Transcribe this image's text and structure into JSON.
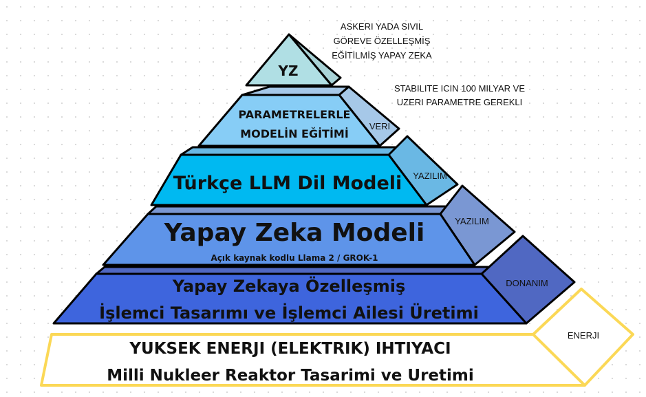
{
  "annotations": {
    "top_note": [
      "ASKERI YADA SIVIL",
      "GÖREVE ÖZELLEŞMİŞ",
      "EĞİTİLMİŞ YAPAY ZEKA"
    ],
    "param_note": [
      "STABILITE ICIN 100 MILYAR VE",
      "UZERI PARAMETRE GEREKLI"
    ]
  },
  "tiers": {
    "yz": {
      "title": "YZ"
    },
    "training": {
      "lines": [
        "PARAMETRELERLE",
        "MODELİN EĞİTİMİ"
      ],
      "side": "VERI"
    },
    "llm": {
      "title": "Türkçe LLM Dil Modeli",
      "side": "YAZILIM"
    },
    "model": {
      "title": "Yapay Zeka Modeli",
      "subtitle": "Açık kaynak kodlu Llama 2 / GROK-1",
      "side": "YAZILIM"
    },
    "hardware": {
      "lines": [
        "Yapay Zekaya Özelleşmiş",
        "İşlemci Tasarımı ve İşlemci Ailesi Üretimi"
      ],
      "side": "DONANIM"
    },
    "energy": {
      "lines": [
        "YUKSEK ENERJI (ELEKTRIK) IHTIYACI",
        "Milli Nukleer Reaktor Tasarimi ve Uretimi"
      ],
      "side": "ENERJI"
    }
  },
  "colors": {
    "yz": "#b0dfe4",
    "training": "#87cdf6",
    "llm": "#00b9f1",
    "model": "#5e94e9",
    "hardware": "#3e65dd",
    "energy_border": "#fbd856"
  }
}
